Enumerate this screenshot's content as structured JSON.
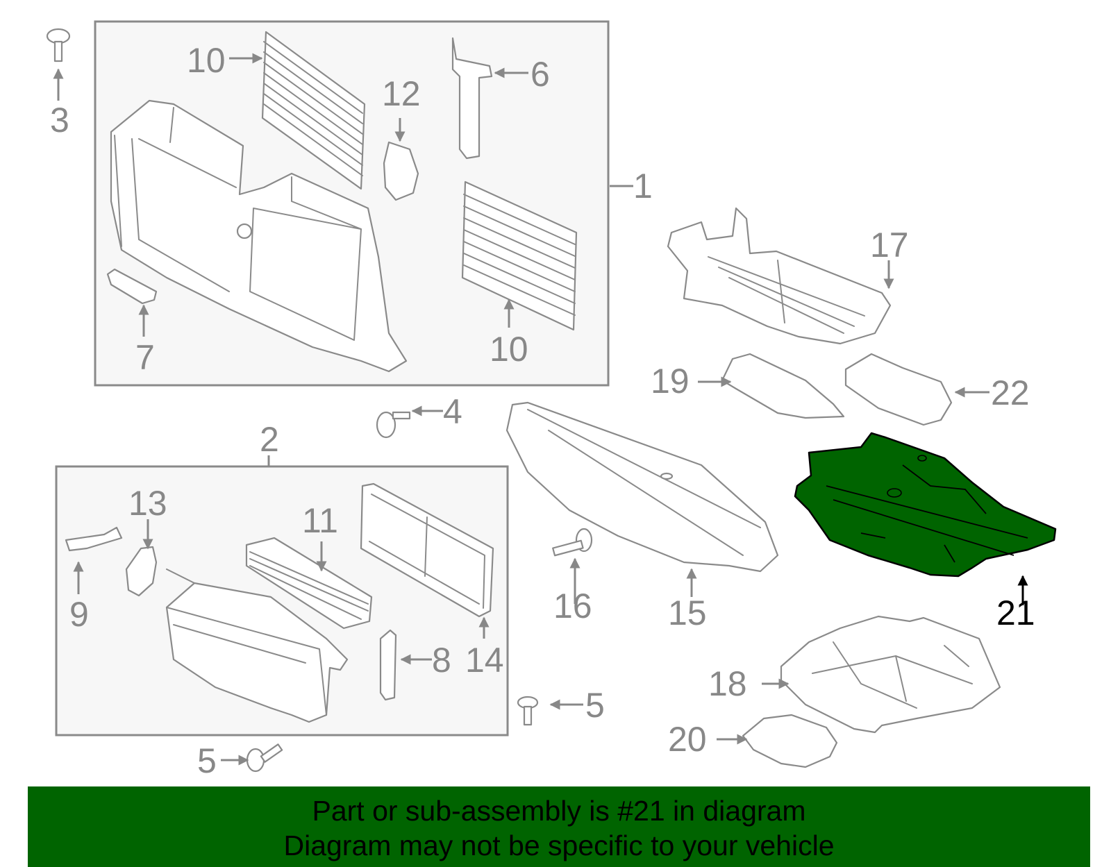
{
  "callouts": {
    "c1": "1",
    "c2": "2",
    "c3": "3",
    "c4": "4",
    "c5a": "5",
    "c5b": "5",
    "c6": "6",
    "c7": "7",
    "c8": "8",
    "c9": "9",
    "c10a": "10",
    "c10b": "10",
    "c11": "11",
    "c12": "12",
    "c13": "13",
    "c14": "14",
    "c15": "15",
    "c16": "16",
    "c17": "17",
    "c18": "18",
    "c19": "19",
    "c20": "20",
    "c21": "21",
    "c22": "22"
  },
  "highlight_part": "21",
  "colors": {
    "highlight_fill": "#006400",
    "banner_bg": "#006400",
    "line_gray": "#8a8a8a"
  },
  "banner": {
    "line1": "Part or sub-assembly is #21 in diagram",
    "line2": "Diagram may not be specific to your vehicle"
  }
}
